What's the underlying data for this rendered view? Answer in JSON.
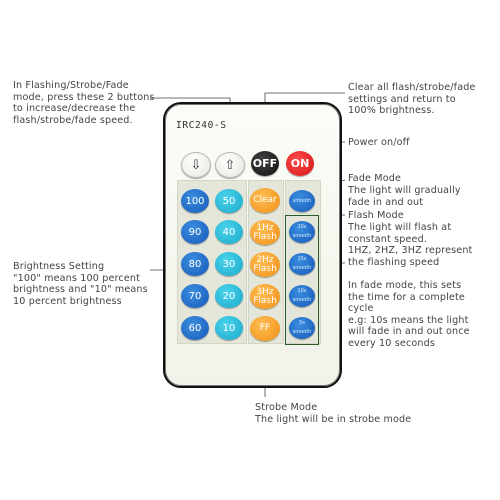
{
  "remote": {
    "model": "IRC240-S",
    "left_column": [
      "100",
      "90",
      "80",
      "70",
      "60"
    ],
    "mid_column": [
      "50",
      "40",
      "30",
      "20",
      "10"
    ],
    "orange_column": [
      "Clear",
      "1Hz\nFlash",
      "2Hz\nFlash",
      "3Hz\nFlash",
      "FF"
    ],
    "right_column": [
      "smooth",
      "20s\nsmooth",
      "15s\nsmooth",
      "10s\nsmooth",
      "5s\nsmooth"
    ],
    "down_arrow": "⇩",
    "up_arrow": "⇧",
    "off_label": "OFF",
    "on_label": "ON"
  },
  "annotations": {
    "speed_buttons": "In Flashing/Strobe/Fade\nmode, press these 2 buttons\nto increase/decrease the\nflash/strobe/fade speed.",
    "clear": "Clear all flash/strobe/fade\nsettings and return to\n100% brightness.",
    "power": "Power on/off",
    "fade_mode_title": "Fade Mode",
    "fade_mode_body": "The light will gradually\nfade in and out",
    "flash_mode_title": "Flash Mode",
    "flash_mode_body": "The light will flash at\nconstant speed.\n1HZ, 2HZ, 3HZ represent\nthe flashing speed",
    "fade_time": "In fade mode, this sets\nthe time for a complete\ncycle\ne.g: 10s means the light\nwill fade in and out once\nevery 10 seconds",
    "brightness": "Brightness Setting\n\"100\" means 100 percent\nbrightness and \"10\" means\n10 percent brightness",
    "strobe_title": "Strobe Mode",
    "strobe_body": "The light will be in strobe mode"
  },
  "colors": {
    "blue_button": "#1f6fcf",
    "cyan_button": "#22b8d8",
    "orange_button": "#f7a228",
    "on_button": "#e51e1e",
    "off_button": "#111111",
    "highlight_box": "#2b5a2b"
  }
}
